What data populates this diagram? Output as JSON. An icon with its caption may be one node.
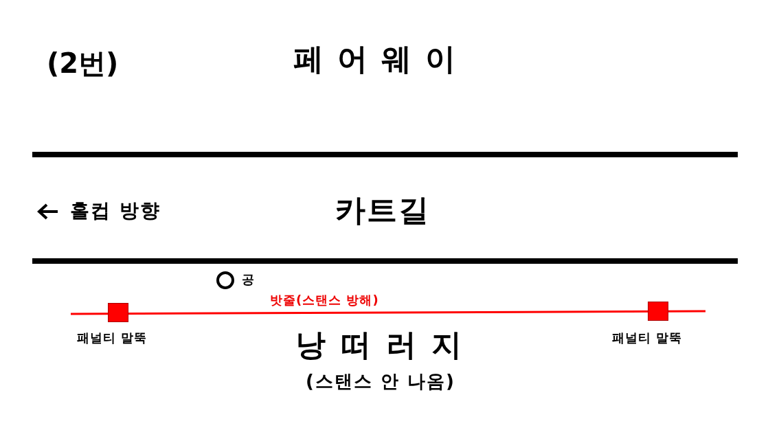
{
  "diagram": {
    "nodes": [
      {
        "text": [],
        "shape": "circle",
        "beside": [
          "공"
        ]
      },
      {
        "text": [],
        "shape": "box",
        "beside": [
          "패널티 말뚝"
        ]
      },
      {
        "text": [],
        "shape": "box",
        "beside": [
          "패널티 말뚝"
        ]
      }
    ],
    "edges": [],
    "labels": [
      "(2번)",
      "페어웨이",
      "홀컵 방향",
      "카트길",
      "밧줄(스탠스 방해)",
      "낭떠러지",
      "(스탠스 안 나옴)"
    ]
  }
}
